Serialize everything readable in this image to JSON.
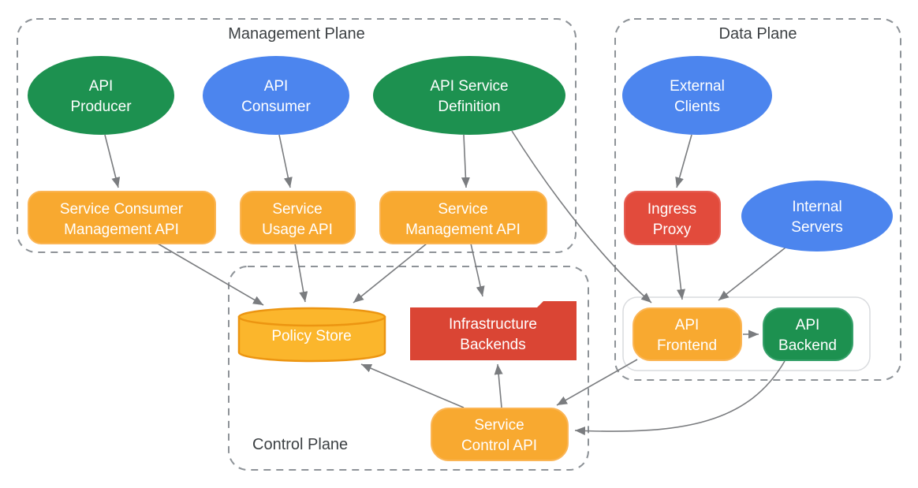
{
  "colors": {
    "green": "#1D9150",
    "blue": "#4C85EE",
    "orange": "#F8A930",
    "cylinder_fill": "#FBB62C",
    "cylinder_stroke": "#EC9511",
    "red": "#E24B3C",
    "folder_red": "#DA4534",
    "edge": "#7A7C7F",
    "plane_border": "#8E9398",
    "container_border": "#D9DBDE",
    "plane_label_text": "#3C4043",
    "node_text": "#FFFFFF"
  },
  "planes": {
    "management": {
      "label": "Management Plane"
    },
    "data_plane": {
      "label": "Data Plane"
    },
    "control": {
      "label": "Control Plane"
    }
  },
  "nodes": {
    "api_producer": {
      "shape": "ellipse",
      "color": "green",
      "lines": [
        "API",
        "Producer"
      ]
    },
    "api_consumer": {
      "shape": "ellipse",
      "color": "blue",
      "lines": [
        "API",
        "Consumer"
      ]
    },
    "api_service_definition": {
      "shape": "ellipse",
      "color": "green",
      "lines": [
        "API Service",
        "Definition"
      ]
    },
    "external_clients": {
      "shape": "ellipse",
      "color": "blue",
      "lines": [
        "External",
        "Clients"
      ]
    },
    "internal_servers": {
      "shape": "ellipse",
      "color": "blue",
      "lines": [
        "Internal",
        "Servers"
      ]
    },
    "service_consumer_management_api": {
      "shape": "rounded-rect",
      "color": "orange",
      "lines": [
        "Service Consumer",
        "Management API"
      ]
    },
    "service_usage_api": {
      "shape": "rounded-rect",
      "color": "orange",
      "lines": [
        "Service",
        "Usage API"
      ]
    },
    "service_management_api": {
      "shape": "rounded-rect",
      "color": "orange",
      "lines": [
        "Service",
        "Management API"
      ]
    },
    "ingress_proxy": {
      "shape": "rounded-rect",
      "color": "red",
      "lines": [
        "Ingress",
        "Proxy"
      ]
    },
    "policy_store": {
      "shape": "cylinder",
      "color": "orange",
      "lines": [
        "Policy Store"
      ]
    },
    "infrastructure_backends": {
      "shape": "folder",
      "color": "red",
      "lines": [
        "Infrastructure",
        "Backends"
      ]
    },
    "api_frontend": {
      "shape": "rounded-rect",
      "color": "orange",
      "lines": [
        "API",
        "Frontend"
      ]
    },
    "api_backend": {
      "shape": "rounded-rect",
      "color": "green",
      "lines": [
        "API",
        "Backend"
      ]
    },
    "service_control_api": {
      "shape": "rounded-rect",
      "color": "orange",
      "lines": [
        "Service",
        "Control API"
      ]
    }
  },
  "edges": [
    {
      "from": "api_producer",
      "to": "service_consumer_management_api"
    },
    {
      "from": "api_consumer",
      "to": "service_usage_api"
    },
    {
      "from": "api_service_definition",
      "to": "service_management_api"
    },
    {
      "from": "api_service_definition",
      "to": "api_frontend"
    },
    {
      "from": "service_consumer_management_api",
      "to": "policy_store"
    },
    {
      "from": "service_usage_api",
      "to": "policy_store"
    },
    {
      "from": "service_management_api",
      "to": "policy_store"
    },
    {
      "from": "service_management_api",
      "to": "infrastructure_backends"
    },
    {
      "from": "external_clients",
      "to": "ingress_proxy"
    },
    {
      "from": "ingress_proxy",
      "to": "api_frontend"
    },
    {
      "from": "internal_servers",
      "to": "api_frontend"
    },
    {
      "from": "api_frontend",
      "to": "api_backend"
    },
    {
      "from": "api_frontend",
      "to": "service_control_api"
    },
    {
      "from": "api_backend",
      "to": "service_control_api"
    },
    {
      "from": "service_control_api",
      "to": "infrastructure_backends"
    },
    {
      "from": "service_control_api",
      "to": "policy_store"
    }
  ]
}
